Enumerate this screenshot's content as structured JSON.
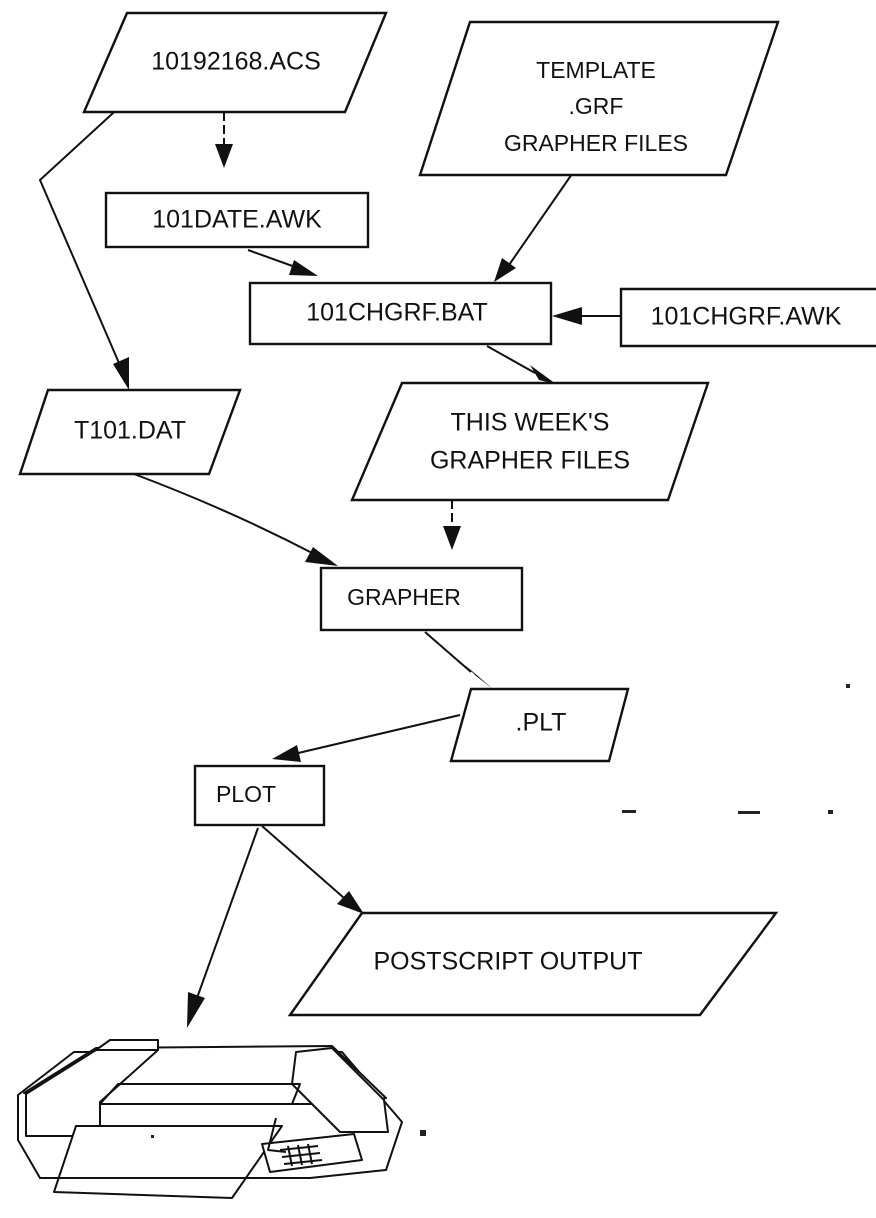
{
  "nodes": {
    "acs_file": {
      "label": "10192168.ACS"
    },
    "template_grf": {
      "lines": [
        "TEMPLATE",
        ".GRF",
        "GRAPHER FILES"
      ]
    },
    "date_awk": {
      "label": "101DATE.AWK"
    },
    "chgrf_bat": {
      "label": "101CHGRF.BAT"
    },
    "chgrf_awk": {
      "label": "101CHGRF.AWK"
    },
    "t101_dat": {
      "label": "T101.DAT"
    },
    "week_grapher_files": {
      "lines": [
        "THIS WEEK'S",
        "GRAPHER FILES"
      ]
    },
    "grapher": {
      "label": "GRAPHER"
    },
    "plt": {
      "label": ".PLT"
    },
    "plot": {
      "label": "PLOT"
    },
    "postscript_output": {
      "label": "POSTSCRIPT OUTPUT"
    },
    "printer": {
      "icon": "printer-icon"
    }
  },
  "edges": [
    {
      "from": "10192168.ACS",
      "to": "101DATE.AWK",
      "style": "dashed"
    },
    {
      "from": "10192168.ACS",
      "to": "T101.DAT",
      "style": "solid"
    },
    {
      "from": "TEMPLATE .GRF GRAPHER FILES",
      "to": "101CHGRF.BAT",
      "style": "solid"
    },
    {
      "from": "101DATE.AWK",
      "to": "101CHGRF.BAT",
      "style": "solid"
    },
    {
      "from": "101CHGRF.AWK",
      "to": "101CHGRF.BAT",
      "style": "solid"
    },
    {
      "from": "101CHGRF.BAT",
      "to": "THIS WEEK'S GRAPHER FILES",
      "style": "solid"
    },
    {
      "from": "THIS WEEK'S GRAPHER FILES",
      "to": "GRAPHER",
      "style": "dashed"
    },
    {
      "from": "T101.DAT",
      "to": "GRAPHER",
      "style": "solid"
    },
    {
      "from": "GRAPHER",
      "to": ".PLT",
      "style": "solid"
    },
    {
      "from": ".PLT",
      "to": "PLOT",
      "style": "solid"
    },
    {
      "from": "PLOT",
      "to": "POSTSCRIPT OUTPUT",
      "style": "solid"
    },
    {
      "from": "PLOT",
      "to": "printer",
      "style": "solid"
    }
  ]
}
